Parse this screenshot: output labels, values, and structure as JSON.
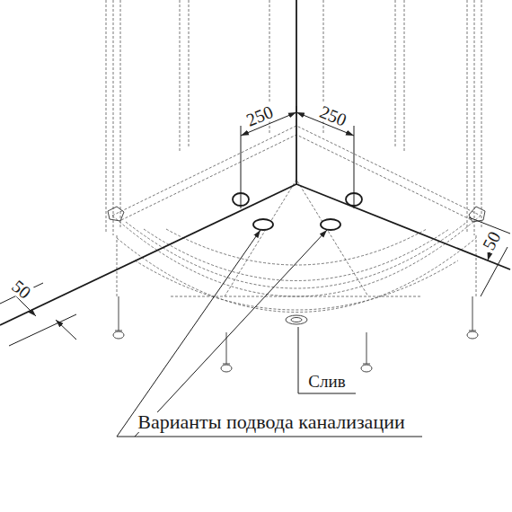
{
  "diagram": {
    "labels": [
      "250",
      "250",
      "50",
      "50",
      "Слив",
      "Варианты подвода канализации"
    ]
  }
}
